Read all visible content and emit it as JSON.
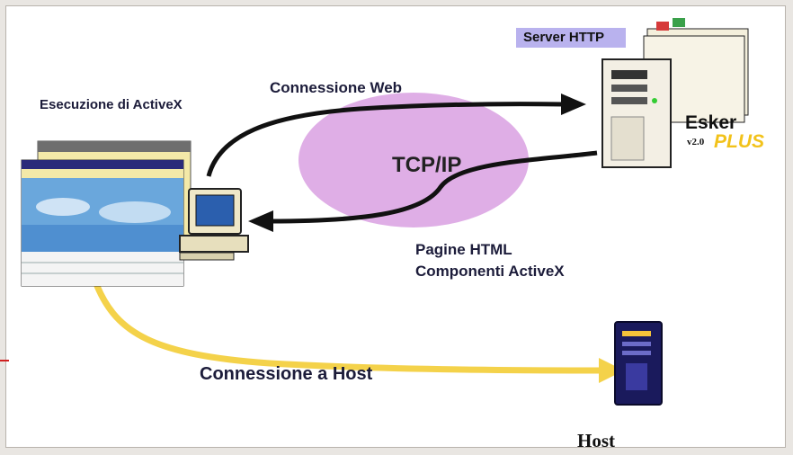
{
  "labels": {
    "connessione_web": "Connessione Web",
    "esecuzione_activex": "Esecuzione di ActiveX",
    "tcp_ip": "TCP/IP",
    "pagine_html": "Pagine HTML",
    "componenti_activex": "Componenti ActiveX",
    "connessione_host": "Connessione a Host",
    "host": "Host",
    "server_http": "Server HTTP",
    "esker": "Esker",
    "esker_version": "v2.0",
    "esker_plus": "PLUS"
  },
  "colors": {
    "ellipse": "#dfaee6",
    "yellow_line": "#f4d24a",
    "black_line": "#111111",
    "server_tag": "#b9b2ee",
    "host_box": "#1a1a5c",
    "window_blue": "#2a74cc"
  },
  "icons": {
    "client_pc": "desktop-computer-icon",
    "server": "tower-server-icon",
    "host": "host-server-icon",
    "app_window": "activex-application-window"
  }
}
